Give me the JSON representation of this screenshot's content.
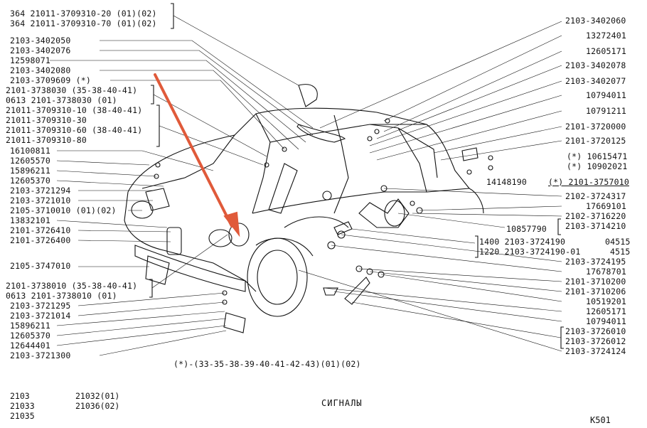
{
  "left_labels": [
    "364 21011-3709310-20 (01)(02)",
    "364 21011-3709310-70 (01)(02)",
    "2103-3402050",
    "2103-3402076",
    "12598071",
    "2103-3402080",
    "2103-3709609 (*)",
    "2101-3738030 (35-38-40-41)",
    "0613 2101-3738030 (01)",
    "21011-3709310-10 (38-40-41)",
    "21011-3709310-30",
    "21011-3709310-60 (38-40-41)",
    "21011-3709310-80",
    "16100811",
    "12605570",
    "15896211",
    "12605370",
    "2103-3721294",
    "2103-3721010",
    "2105-3710010 (01)(02)",
    "13832101",
    "2101-3726410",
    "2101-3726400",
    "2105-3747010",
    "2101-3738010 (35-38-40-41)",
    "0613 2101-3738010 (01)",
    "2103-3721295",
    "2103-3721014",
    "15896211",
    "12605370",
    "12644401",
    "2103-3721300"
  ],
  "right_labels": [
    "2103-3402060",
    "13272401",
    "12605171",
    "2103-3402078",
    "2103-3402077",
    "10794011",
    "10791211",
    "2101-3720000",
    "2101-3720125",
    "(*) 10615471",
    "(*) 10902021",
    "14148190",
    "(*) 2101-3757010",
    "2102-3724317",
    "17669101",
    "2102-3716220",
    "2103-3714210",
    "10857790",
    "1400 2103-3724190",
    "04515",
    "1220 2103-3724190-01",
    "4515",
    "2103-3724195",
    "17678701",
    "2101-3710200",
    "2101-3710206",
    "10519201",
    "12605171",
    "10794011",
    "2103-3726010",
    "2103-3726012",
    "2103-3724124"
  ],
  "footnote": "(*)-(33-35-38-39-40-41-42-43)(01)(02)",
  "models": [
    "2103",
    "21033",
    "21035"
  ],
  "models2": [
    "21032(01)",
    "21036(02)"
  ],
  "title": "СИГНАЛЫ",
  "page_code": "K501",
  "colors": {
    "arrow": "#e05a3a",
    "ink": "#111111"
  }
}
